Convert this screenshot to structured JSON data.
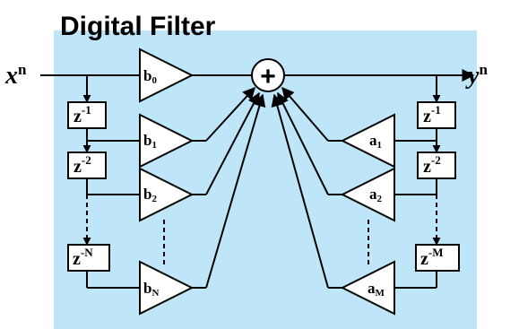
{
  "title": "Digital Filter",
  "input": {
    "base": "x",
    "sup": "n"
  },
  "output": {
    "base": "y",
    "sup": "n"
  },
  "sum_symbol": "+",
  "feedforward": {
    "delays": [
      {
        "base": "z",
        "sup": "-1"
      },
      {
        "base": "z",
        "sup": "-2"
      },
      {
        "base": "z",
        "sup": "-N"
      }
    ],
    "coefficients": [
      {
        "base": "b",
        "sub": "0"
      },
      {
        "base": "b",
        "sub": "1"
      },
      {
        "base": "b",
        "sub": "2"
      },
      {
        "base": "b",
        "sub": "N"
      }
    ]
  },
  "feedback": {
    "delays": [
      {
        "base": "z",
        "sup": "-1"
      },
      {
        "base": "z",
        "sup": "-2"
      },
      {
        "base": "z",
        "sup": "-M"
      }
    ],
    "coefficients": [
      {
        "base": "a",
        "sub": "1"
      },
      {
        "base": "a",
        "sub": "2"
      },
      {
        "base": "a",
        "sub": "M"
      }
    ]
  },
  "colors": {
    "panel": "#bfe6f8",
    "stroke": "#000000",
    "box_fill": "#ffffff"
  }
}
